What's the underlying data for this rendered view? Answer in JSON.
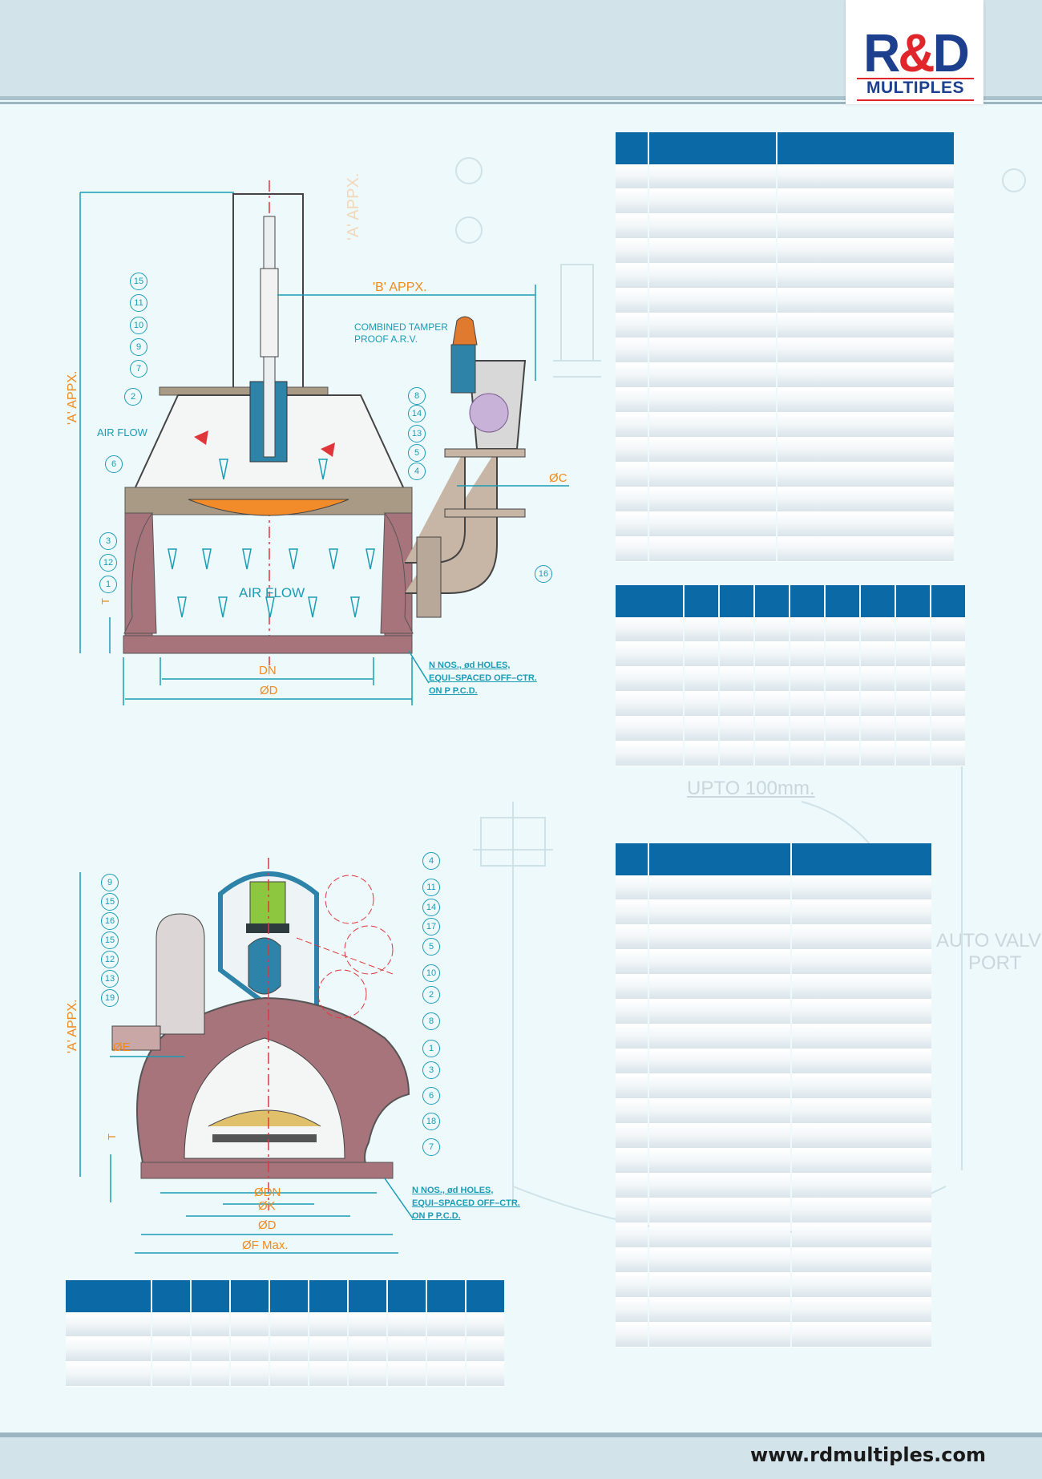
{
  "logo": {
    "brand_top_r": "R",
    "brand_top_amp": "&",
    "brand_top_d": "D",
    "brand_sub": "MULTIPLES"
  },
  "footer": {
    "url": "www.rdmultiples.com"
  },
  "background": {
    "upto_label": "UPTO 100mm.",
    "auto_valve_line1": "AUTO VALV",
    "auto_valve_line2": "PORT",
    "a_appx_faint": "'A' APPX."
  },
  "drawing_top": {
    "b_appx": "'B' APPX.",
    "a_appx": "'A' APPX.",
    "combined_line1": "COMBINED TAMPER",
    "combined_line2": "PROOF A.R.V.",
    "air_flow_side": "AIR FLOW",
    "air_flow_main": "AIR FLOW",
    "phi_c": "ØC",
    "dn": "DN",
    "phi_d": "ØD",
    "t": "T",
    "holes_line1": "N NOS., ød HOLES,",
    "holes_line2": "EQUI–SPACED OFF–CTR.",
    "holes_line3": "ON P P.C.D.",
    "callouts_left": [
      "15",
      "11",
      "10",
      "9",
      "7",
      "2",
      "6",
      "3",
      "12",
      "1"
    ],
    "callouts_right": [
      "8",
      "14",
      "13",
      "5",
      "4",
      "16"
    ]
  },
  "drawing_bottom": {
    "a_appx": "'A' APPX.",
    "phi_e": "ØE",
    "t": "T",
    "phi_dn": "ØDN",
    "phi_k": "ØK",
    "phi_d": "ØD",
    "phi_f": "ØF Max.",
    "holes_line1": "N NOS., ød HOLES,",
    "holes_line2": "EQUI–SPACED OFF–CTR.",
    "holes_line3": "ON P P.C.D.",
    "callouts_left": [
      "9",
      "15",
      "16",
      "15",
      "12",
      "13",
      "19"
    ],
    "callouts_right": [
      "4",
      "11",
      "14",
      "17",
      "5",
      "10",
      "2",
      "8",
      "1",
      "3",
      "6",
      "18",
      "7"
    ]
  },
  "colors": {
    "table_header": "#0b6aa6",
    "dimension_teal": "#1a9cb5",
    "dimension_orange": "#f08a1c",
    "body_maroon": "#a8747c",
    "brand_blue": "#1c3f8e",
    "brand_red": "#e1262b"
  }
}
